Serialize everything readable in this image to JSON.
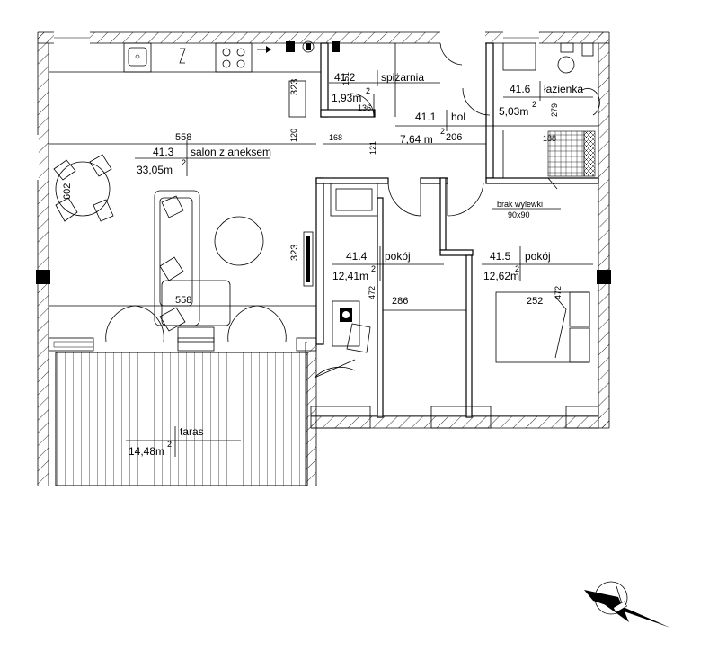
{
  "rooms": {
    "r412": {
      "number": "41.2",
      "name": "spiżarnia",
      "area": "1,93m",
      "sup": "2"
    },
    "r416": {
      "number": "41.6",
      "name": "łazienka",
      "area": "5,03m",
      "sup": "2"
    },
    "r411": {
      "number": "41.1",
      "name": "hol",
      "area": "7,64 m",
      "sup": "2"
    },
    "r413": {
      "number": "41.3",
      "name": "salon z aneksem",
      "area": "33,05m",
      "sup": "2"
    },
    "r414": {
      "number": "41.4",
      "name": "pokój",
      "area": "12,41m",
      "sup": "2"
    },
    "r415": {
      "number": "41.5",
      "name": "pokój",
      "area": "12,62m",
      "sup": "2"
    },
    "taras": {
      "name": "taras",
      "area": "14,48m",
      "sup": "2"
    }
  },
  "dimensions": {
    "d558_top": "558",
    "d558_sofa": "558",
    "d602": "602",
    "d323_top": "323",
    "d323_mid": "323",
    "d151": "151",
    "d136": "136",
    "d168": "168",
    "d121": "121",
    "d120": "120",
    "d206": "206",
    "d279": "279",
    "d188": "188",
    "d472_left": "472",
    "d286": "286",
    "d252": "252",
    "d472_right": "472"
  },
  "shower": {
    "label": "brak wylewki",
    "size": "90x90"
  },
  "colors": {
    "line": "#000000",
    "hatch": "#000000",
    "background": "#ffffff"
  }
}
